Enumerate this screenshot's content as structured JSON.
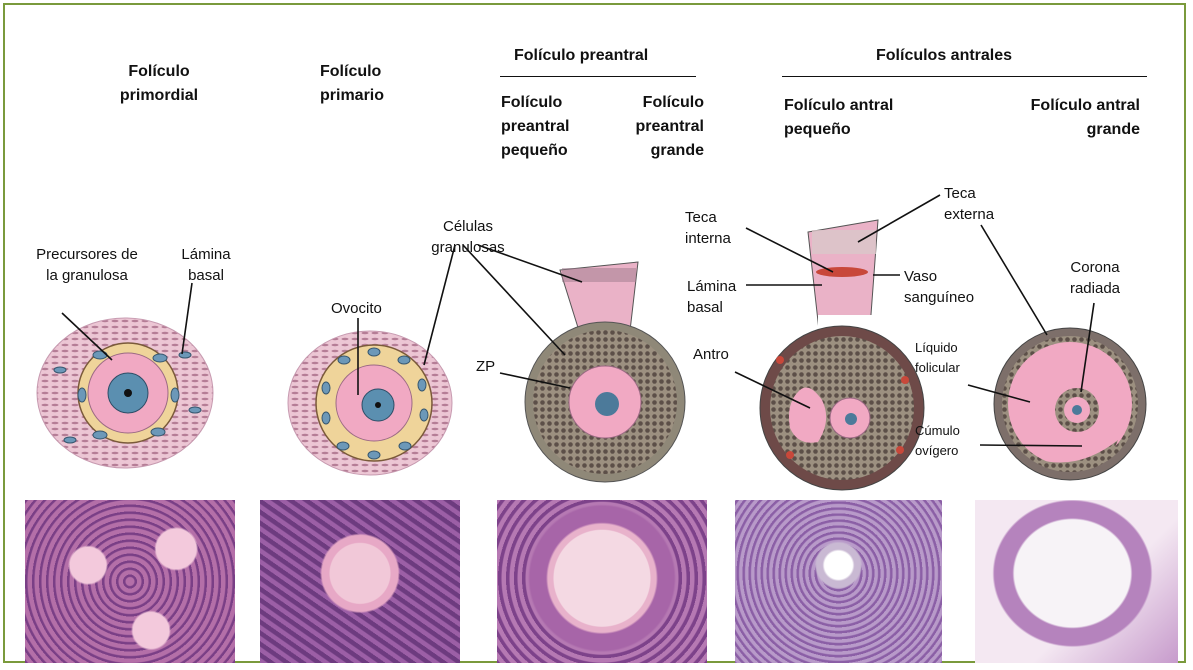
{
  "headers": {
    "primordial": "Folículo primordial",
    "primario": "Folículo primario",
    "preantral": "Folículo preantral",
    "preantral_pequeno": "Folículo preantral pequeño",
    "preantral_grande": "Folículo preantral grande",
    "antrales": "Folículos antrales",
    "antral_pequeno": "Folículo antral pequeño",
    "antral_grande": "Folículo antral grande"
  },
  "labels": {
    "precursores": "Precursores de la granulosa",
    "lamina_basal_1": "Lámina basal",
    "ovocito": "Ovocito",
    "celulas_granulosas": "Células granulosas",
    "zp": "ZP",
    "teca_interna": "Teca interna",
    "lamina_basal_2": "Lámina basal",
    "antro": "Antro",
    "teca_externa": "Teca externa",
    "vaso": "Vaso sanguíneo",
    "corona": "Corona radiada",
    "liquido": "Líquido folicular",
    "cumulo": "Cúmulo ovígero"
  },
  "colors": {
    "frame_border": "#7a9a3c",
    "oocyte_pink": "#f1a9c3",
    "nucleus_blue": "#5b8fb0",
    "granulosa_yellow": "#efd49a",
    "stroma_pink": "#ecc6d4",
    "theca_gray": "#7d6f6a",
    "histology_purple": "#9a5aa8",
    "vessel_red": "#c8483a"
  },
  "icons": [
    "follicle-illustration",
    "histology-micrograph"
  ]
}
